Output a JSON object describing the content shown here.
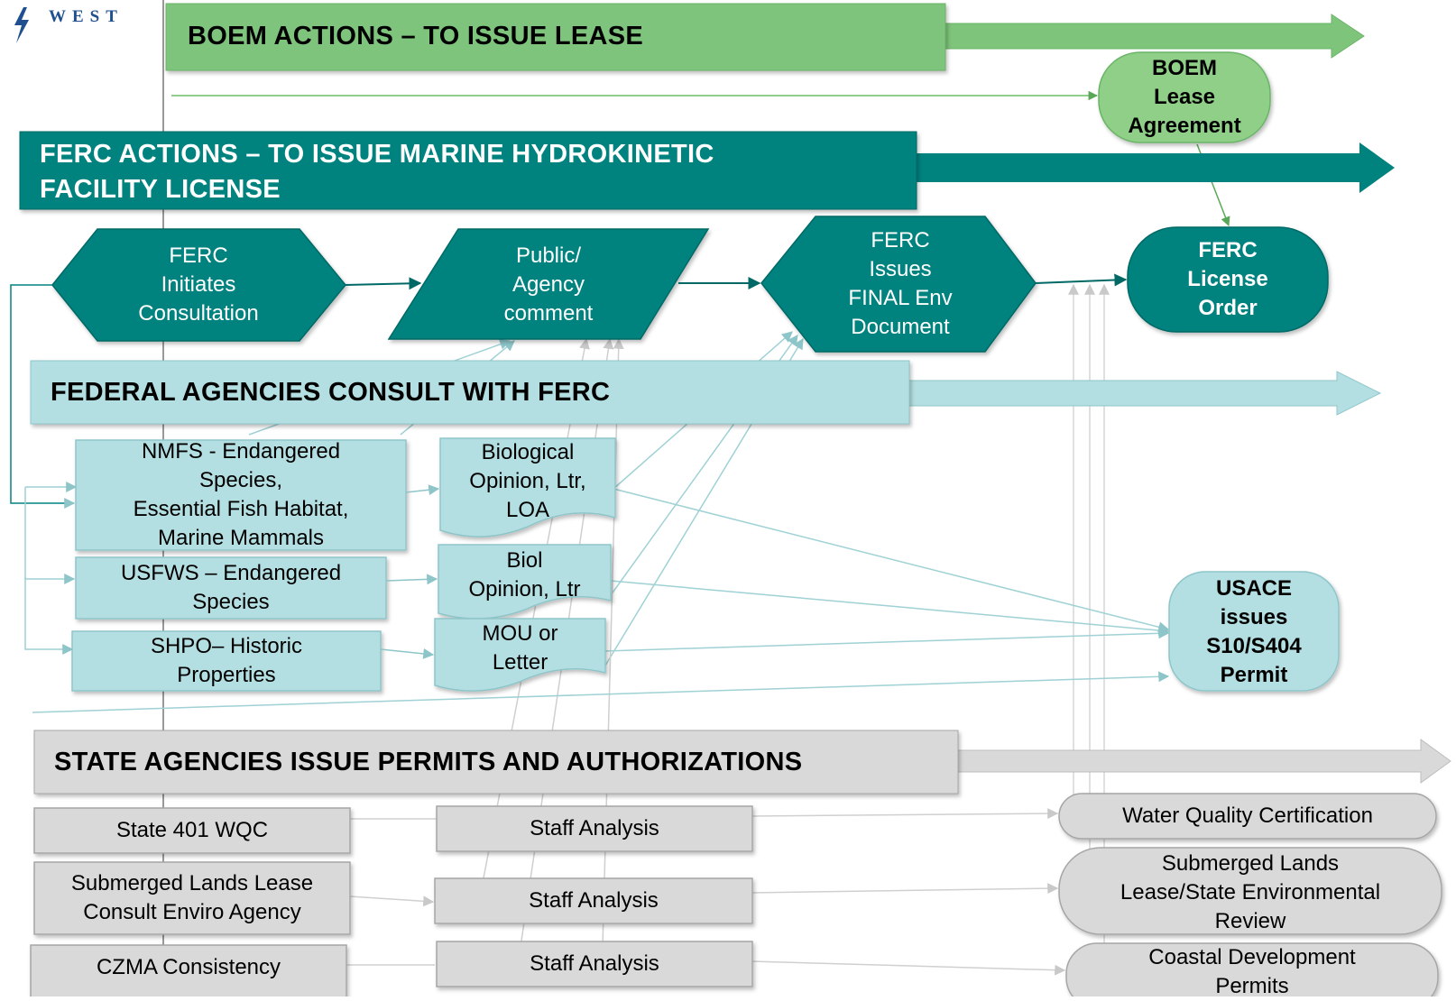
{
  "logo": {
    "text": "WEST",
    "icon": "lightning-bolt-icon"
  },
  "bands": {
    "boem": "BOEM ACTIONS – TO ISSUE LEASE",
    "ferc": "FERC ACTIONS – TO ISSUE MARINE HYDROKINETIC\nFACILITY LICENSE",
    "federal": "FEDERAL AGENCIES CONSULT WITH FERC",
    "state": "STATE AGENCIES ISSUE PERMITS AND AUTHORIZATIONS"
  },
  "ferc_steps": {
    "initiates": "FERC\nInitiates\nConsultation",
    "comment": "Public/\nAgency\ncomment",
    "final_env": "FERC\nIssues\nFINAL Env\nDocument"
  },
  "outcomes": {
    "boem_lease": "BOEM\nLease\nAgreement",
    "ferc_license": "FERC\nLicense\nOrder",
    "usace": "USACE\nissues\nS10/S404\nPermit",
    "water_quality": "Water Quality Certification",
    "submerged_lands": "Submerged Lands\nLease/State Environmental\nReview",
    "coastal": "Coastal Development\nPermits"
  },
  "federal_agencies": [
    {
      "name": "NMFS -  Endangered\nSpecies,\nEssential Fish Habitat,\nMarine Mammals",
      "document": "Biological\nOpinion, Ltr,\nLOA"
    },
    {
      "name": "USFWS – Endangered\nSpecies",
      "document": "Biol\nOpinion, Ltr"
    },
    {
      "name": "SHPO– Historic\nProperties",
      "document": "MOU or\nLetter"
    }
  ],
  "state_agencies": [
    {
      "name": "State 401 WQC",
      "analysis": "Staff Analysis"
    },
    {
      "name": "Submerged Lands Lease\nConsult  Enviro Agency",
      "analysis": "Staff Analysis"
    },
    {
      "name": "CZMA Consistency",
      "analysis": "Staff Analysis"
    }
  ],
  "colors": {
    "boem_green": "#7ec47b",
    "boem_green_dark": "#5aa857",
    "ferc_teal": "#00827f",
    "ferc_teal_dark": "#006966",
    "federal_light": "#b4dfe2",
    "federal_border": "#8ec5c9",
    "state_gray": "#d9d9d9",
    "state_border": "#a6a6a6"
  }
}
